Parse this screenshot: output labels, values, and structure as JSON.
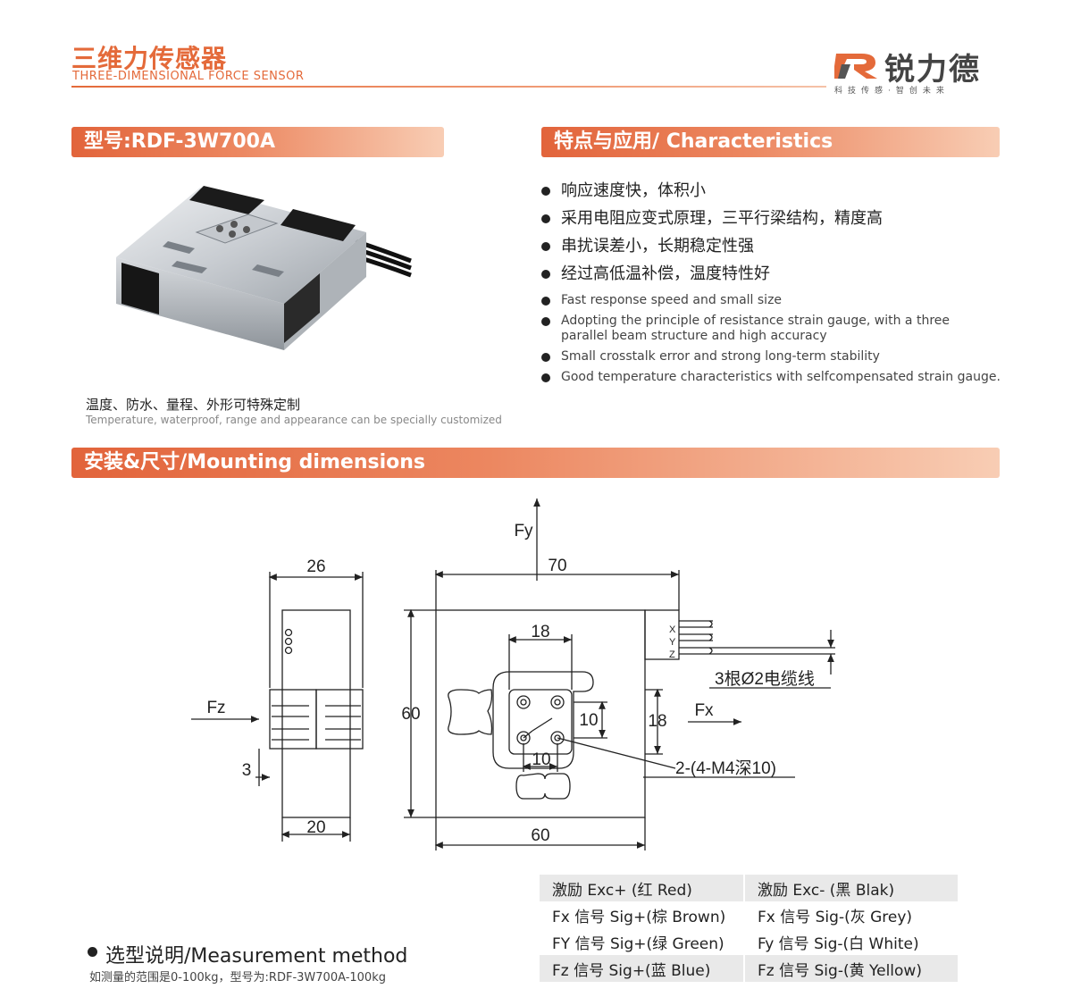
{
  "header": {
    "title": "三维力传感器",
    "subtitle": "THREE-DIMENSIONAL FORCE SENSOR",
    "brand_name": "锐力德",
    "brand_tagline": "科技传感·智创未来",
    "brand_color": "#e46a3a"
  },
  "model_bar": {
    "label": "型号:RDF-3W700A"
  },
  "characteristics_bar": {
    "label": "特点与应用/ Characteristics"
  },
  "features_cn": [
    "响应速度快，体积小",
    "采用电阻应变式原理，三平行梁结构，精度高",
    "串扰误差小，长期稳定性强",
    "经过高低温补偿，温度特性好"
  ],
  "features_en": [
    "Fast response speed and small size",
    "Adopting the principle of resistance strain gauge, with a three parallel beam structure and high accuracy",
    "Small crosstalk error and strong long-term stability",
    "Good temperature characteristics with selfcompensated strain gauge."
  ],
  "customization": {
    "cn": "温度、防水、量程、外形可特殊定制",
    "en": "Temperature, waterproof, range and appearance can be specially customized"
  },
  "mounting_bar": {
    "label": "安装&尺寸/Mounting dimensions"
  },
  "drawing": {
    "side_width_top": "26",
    "side_width_bottom": "20",
    "side_gap": "3",
    "fz_label": "Fz",
    "fy_label": "Fy",
    "fx_label": "Fx",
    "front_width_top": "70",
    "front_width_bottom": "60",
    "front_height": "60",
    "hole_span_top": "18",
    "hole_span_right": "18",
    "hole_pitch_v": "10",
    "hole_pitch_h": "10",
    "cable_x": "X",
    "cable_y": "Y",
    "cable_z": "Z",
    "cable_note": "3根Ø2电缆线",
    "thread_note": "2-(4-M4深10)"
  },
  "wiring": [
    [
      "激励 Exc+   (红 Red)",
      "激励 Exc-   (黑 Blak)"
    ],
    [
      "Fx 信号 Sig+(棕 Brown)",
      "Fx 信号 Sig-(灰 Grey)"
    ],
    [
      "FY 信号 Sig+(绿 Green)",
      "Fy 信号 Sig-(白 White)"
    ],
    [
      "Fz 信号 Sig+(蓝 Blue)",
      "Fz 信号 Sig-(黄 Yellow)"
    ]
  ],
  "measurement": {
    "title": "选型说明/Measurement method",
    "text": "如测量的范围是0-100kg，型号为:RDF-3W700A-100kg"
  }
}
